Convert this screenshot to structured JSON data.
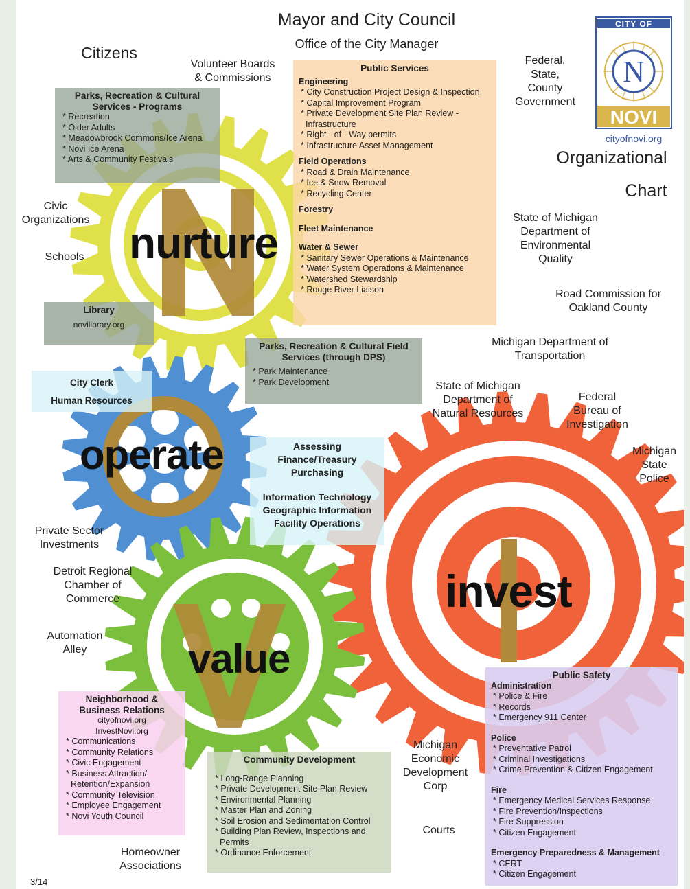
{
  "header": {
    "title": "Mayor and City Council",
    "subtitle": "Office of the City Manager",
    "chart_title_line1": "Organizational",
    "chart_title_line2": "Chart"
  },
  "logo": {
    "top_text": "CITY OF",
    "bottom_text": "NOVI",
    "url": "cityofnovi.org"
  },
  "labels": {
    "citizens": "Citizens",
    "volunteer": "Volunteer Boards\n& Commissions",
    "federal_gov": "Federal,\nState,\nCounty\nGovernment",
    "civic": "Civic\nOrganizations",
    "schools": "Schools",
    "mdeq": "State of Michigan\nDepartment of\nEnvironmental\nQuality",
    "road_comm": "Road Commission for\nOakland County",
    "mdot": "Michigan Department of\nTransportation",
    "mdnr": "State of Michigan\nDepartment of\nNatural Resources",
    "fbi": "Federal\nBureau of\nInvestigation",
    "msp": "Michigan\nState\nPolice",
    "private_sector": "Private Sector\nInvestments",
    "detroit_chamber": "Detroit Regional\nChamber of\nCommerce",
    "automation": "Automation\nAlley",
    "medc": "Michigan\nEconomic\nDevelopment\nCorp",
    "courts": "Courts",
    "homeowner": "Homeowner\nAssociations",
    "date": "3/14"
  },
  "gear_words": {
    "nurture": "nurture",
    "operate": "operate",
    "invest": "invest",
    "value": "value"
  },
  "boxes": {
    "parks_programs": {
      "title": "Parks, Recreation & Cultural Services - Programs",
      "items": [
        "Recreation",
        "Older Adults",
        "Meadowbrook Commons/Ice Arena",
        "Novi Ice Arena",
        "Arts & Community Festivals"
      ]
    },
    "public_services": {
      "title": "Public Services",
      "engineering_head": "Engineering",
      "engineering": [
        "City Construction Project Design & Inspection",
        "Capital Improvement Program",
        "Private Development Site Plan Review - Infrastructure",
        "Right - of - Way permits",
        "Infrastructure Asset Management"
      ],
      "field_head": "Field Operations",
      "field": [
        "Road & Drain Maintenance",
        "Ice & Snow Removal",
        "Recycling Center"
      ],
      "forestry_head": "Forestry",
      "fleet_head": "Fleet Maintenance",
      "water_head": "Water & Sewer",
      "water": [
        "Sanitary Sewer Operations & Maintenance",
        "Water System Operations & Maintenance",
        "Watershed Stewardship",
        "Rouge River Liaison"
      ]
    },
    "library": {
      "title": "Library",
      "url": "novilibrary.org"
    },
    "parks_field": {
      "title": "Parks, Recreation & Cultural Field Services (through DPS)",
      "items": [
        "Park Maintenance",
        "Park Development"
      ]
    },
    "clerk": {
      "line1": "City Clerk",
      "line2": "Human Resources"
    },
    "finance": {
      "line1": "Assessing",
      "line2": "Finance/Treasury",
      "line3": "Purchasing",
      "line4": "Information Technology",
      "line5": "Geographic Information",
      "line6": "Facility Operations"
    },
    "neighborhood": {
      "title": "Neighborhood & Business Relations",
      "url1": "cityofnovi.org",
      "url2": "InvestNovi.org",
      "items": [
        "Communications",
        "Community Relations",
        "Civic Engagement",
        "Business Attraction/ Retention/Expansion",
        "Community Television",
        "Employee Engagement",
        "Novi Youth Council"
      ]
    },
    "community_dev": {
      "title": "Community Development",
      "items": [
        "Long-Range Planning",
        "Private Development Site Plan Review",
        "Environmental Planning",
        "Master Plan and Zoning",
        "Soil Erosion and Sedimentation Control",
        "Building Plan Review, Inspections and Permits",
        "Ordinance Enforcement"
      ]
    },
    "public_safety": {
      "title": "Public Safety",
      "admin_head": "Administration",
      "admin": [
        "Police & Fire",
        "Records",
        "Emergency 911 Center"
      ],
      "police_head": "Police",
      "police": [
        "Preventative Patrol",
        "Criminal Investigations",
        "Crime Prevention & Citizen Engagement"
      ],
      "fire_head": "Fire",
      "fire": [
        "Emergency Medical Services Response",
        "Fire Prevention/Inspections",
        "Fire Suppression",
        "Citizen Engagement"
      ],
      "emerg_head": "Emergency Preparedness & Management",
      "emerg": [
        "CERT",
        "Citizen Engagement"
      ]
    }
  },
  "colors": {
    "yellow_gear": "#dfe04a",
    "blue_gear": "#4f8fd2",
    "green_gear": "#7cbf3c",
    "orange_gear": "#f0623a",
    "letter_brown": "#b08a3a",
    "peach_box": "#fbd9b0",
    "gray_box": "#a7b5a6",
    "pink_box": "#f7d2ee",
    "purple_box": "#d9cdf0",
    "cyan_box": "#d9f3f8",
    "logo_blue": "#3b5aa6",
    "logo_gold": "#d8b64b"
  }
}
